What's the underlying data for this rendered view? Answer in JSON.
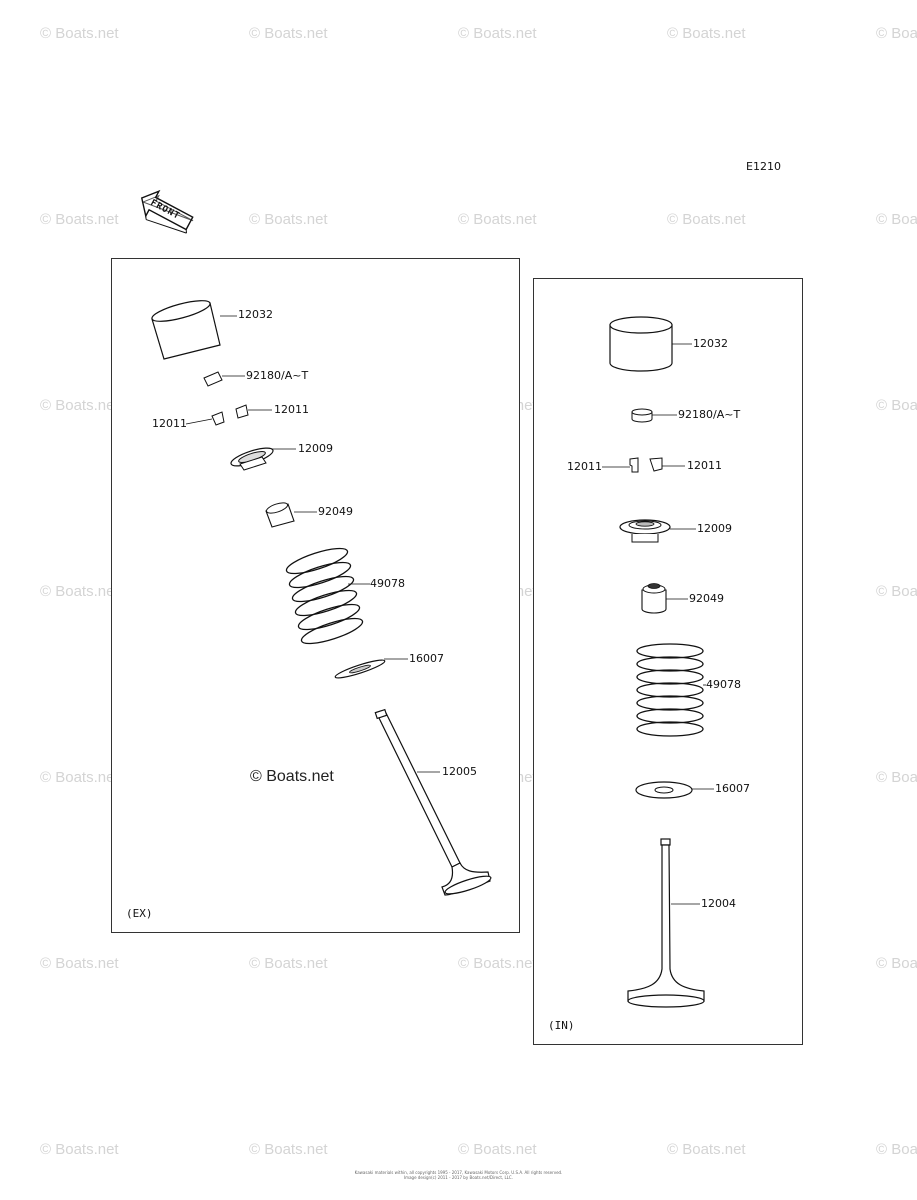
{
  "watermark": "© Boats.net",
  "diagram_code": "E1210",
  "front_arrow_text": "FRONT",
  "center_watermark": "© Boats.net",
  "ex_panel": {
    "caption": "(EX)",
    "labels": {
      "cap": "12032",
      "shim": "92180/A~T",
      "keeper_right": "12011",
      "keeper_left": "12011",
      "retainer": "12009",
      "seal": "92049",
      "spring": "49078",
      "seat": "16007",
      "valve": "12005"
    }
  },
  "in_panel": {
    "caption": "(IN)",
    "labels": {
      "cap": "12032",
      "shim": "92180/A~T",
      "keeper_left": "12011",
      "keeper_right": "12011",
      "retainer": "12009",
      "seal": "92049",
      "spring": "49078",
      "seat": "16007",
      "valve": "12004"
    }
  },
  "footer": {
    "line1": "Kawasaki materials within, all copyrights 1995 - 2017, Kawasaki Motors Corp. U.S.A. All rights reserved.",
    "line2": "Image design(c) 2011 - 2017 by Boats.net/Direct, LLC."
  }
}
